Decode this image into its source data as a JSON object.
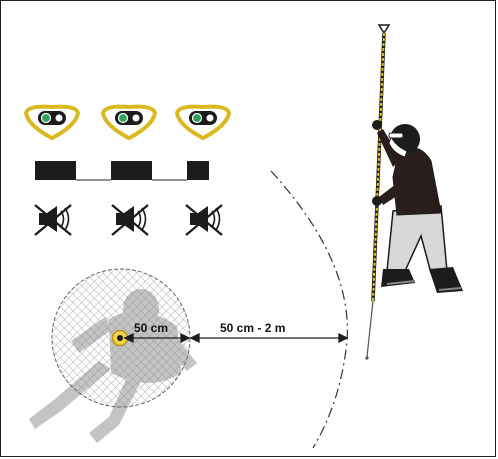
{
  "labels": {
    "inner_distance": "50 cm",
    "outer_distance": "50 cm - 2 m"
  },
  "transceiver_icons": [
    "triangle-transceiver-icon",
    "triangle-transceiver-icon",
    "triangle-transceiver-icon"
  ],
  "signal_bars": [
    "long-bar",
    "medium-bar",
    "short-bar"
  ],
  "mute_icons": [
    "speaker-muted-icon",
    "speaker-muted-icon",
    "speaker-muted-icon"
  ],
  "colors": {
    "probe_yellow": "#e8c21a",
    "device_outline": "#d9b820",
    "led_green": "#2fa35a",
    "dark": "#1c1c1c",
    "ghost_figure": "#bdbdbd"
  }
}
